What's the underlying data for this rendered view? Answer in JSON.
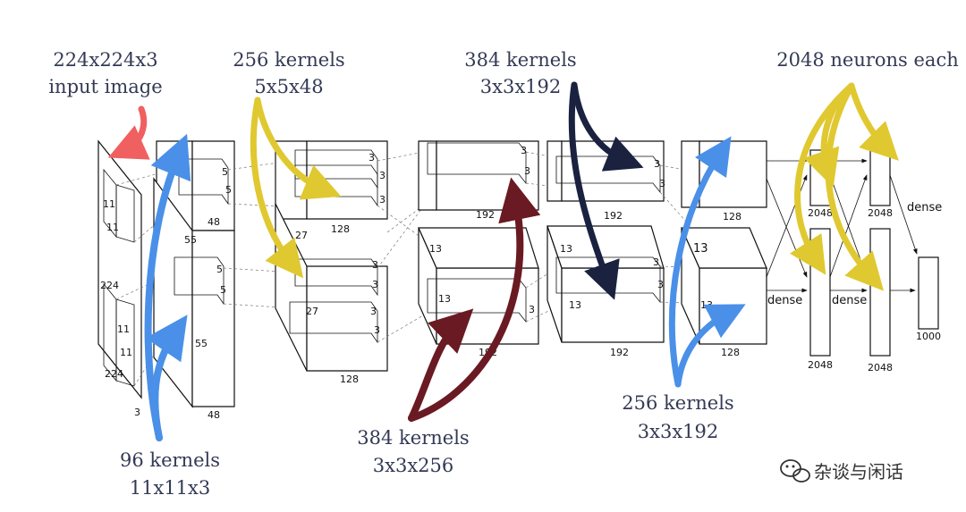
{
  "annotations": {
    "input": [
      "224x224x3",
      "input image"
    ],
    "conv1": [
      "96 kernels",
      "11x11x3"
    ],
    "conv2": [
      "256 kernels",
      "5x5x48"
    ],
    "conv3": [
      "384 kernels",
      "3x3x256"
    ],
    "conv4": [
      "384 kernels",
      "3x3x192"
    ],
    "conv5": [
      "256 kernels",
      "3x3x192"
    ],
    "fc": [
      "2048 neurons each"
    ]
  },
  "labels": {
    "input_11a": "11",
    "input_11b": "11",
    "input_224": "224",
    "input_11c": "11",
    "input_11d": "11",
    "input_224b": "224",
    "input_3": "3",
    "c1_5a": "5",
    "c1_5b": "5",
    "c1_48a": "48",
    "c1_55a": "55",
    "c1_5c": "5",
    "c1_5d": "5",
    "c1_55b": "55",
    "c1_48b": "48",
    "c2_3a": "3",
    "c2_3b": "3",
    "c2_3c": "3",
    "c2_128a": "128",
    "c2_27a": "27",
    "c2_3d": "3",
    "c2_3e": "3",
    "c2_27b": "27",
    "c2_3f": "3",
    "c2_3g": "3",
    "c2_128b": "128",
    "c3_3a": "3",
    "c3_3b": "3",
    "c3_192a": "192",
    "c3_13a": "13",
    "c3_13b": "13",
    "c3_3c": "3",
    "c3_192b": "192",
    "c4_3a": "3",
    "c4_3b": "3",
    "c4_192a": "192",
    "c4_13a": "13",
    "c4_13b": "13",
    "c4_3c": "3",
    "c4_3d": "3",
    "c4_192b": "192",
    "c5_128a": "128",
    "c5_13a": "13",
    "c5_13b": "13",
    "c5_128b": "128",
    "fc_2048a": "2048",
    "fc_2048b": "2048",
    "fc_2048c": "2048",
    "fc_2048d": "2048",
    "dense1": "dense",
    "dense2": "dense",
    "dense3": "dense",
    "out_1000": "1000"
  },
  "watermark": "杂谈与闲话",
  "colors": {
    "red": "#f06060",
    "blue": "#4a90e8",
    "yellow": "#e0c830",
    "navy": "#1a2240",
    "maroon": "#6a1a22"
  }
}
